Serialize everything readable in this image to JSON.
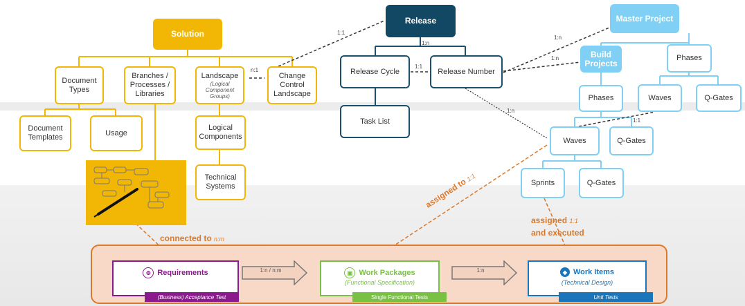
{
  "solution": {
    "title": "Solution",
    "document_types": "Document Types",
    "branches": "Branches / Processes / Libraries",
    "landscape": "Landscape",
    "landscape_sub": "(Logical Component Groups)",
    "change_control": "Change Control Landscape",
    "document_templates": "Document Templates",
    "usage": "Usage",
    "logical_components": "Logical Components",
    "technical_systems": "Technical Systems"
  },
  "release": {
    "title": "Release",
    "release_cycle": "Release Cycle",
    "release_number": "Release Number",
    "task_list": "Task List"
  },
  "master": {
    "title": "Master Project",
    "build_projects": "Build Projects",
    "phases_top": "Phases",
    "phases": "Phases",
    "waves_right": "Waves",
    "qgates_right": "Q-Gates",
    "waves": "Waves",
    "qgates": "Q-Gates",
    "sprints": "Sprints",
    "qgates_bottom": "Q-Gates"
  },
  "cardinalities": {
    "n_1": "n:1",
    "one_1_release": "1:1",
    "one_n_release": "1:n",
    "one_1_cycle": "1:1",
    "one_n_master1": "1:n",
    "one_n_master2": "1:n",
    "one_n_waves": "1:n",
    "one_1_waves": "1:1"
  },
  "annotations": {
    "connected_to": "connected to",
    "connected_to_card": "n:m",
    "assigned_to": "assigned to",
    "assigned_to_card": "1:1",
    "assigned": "assigned",
    "assigned_card": "1:1",
    "and_executed": "and executed"
  },
  "bottom": {
    "requirements": "Requirements",
    "requirements_foot": "(Business) Acceptance Test",
    "work_packages": "Work Packages",
    "work_packages_sub": "(Functional Specification)",
    "work_packages_foot": "Single Functional Tests",
    "work_items": "Work Items",
    "work_items_sub": "(Technical Design)",
    "work_items_foot": "Unit Tests",
    "arrow1": "1:n / n:m",
    "arrow2": "1:n"
  },
  "colors": {
    "solution": "#f2b705",
    "release": "#124864",
    "master": "#7fd0f4",
    "requirements": "#8b1a8f",
    "work_packages": "#79c142",
    "work_items": "#1b75bb",
    "annotation": "#d9792b"
  }
}
